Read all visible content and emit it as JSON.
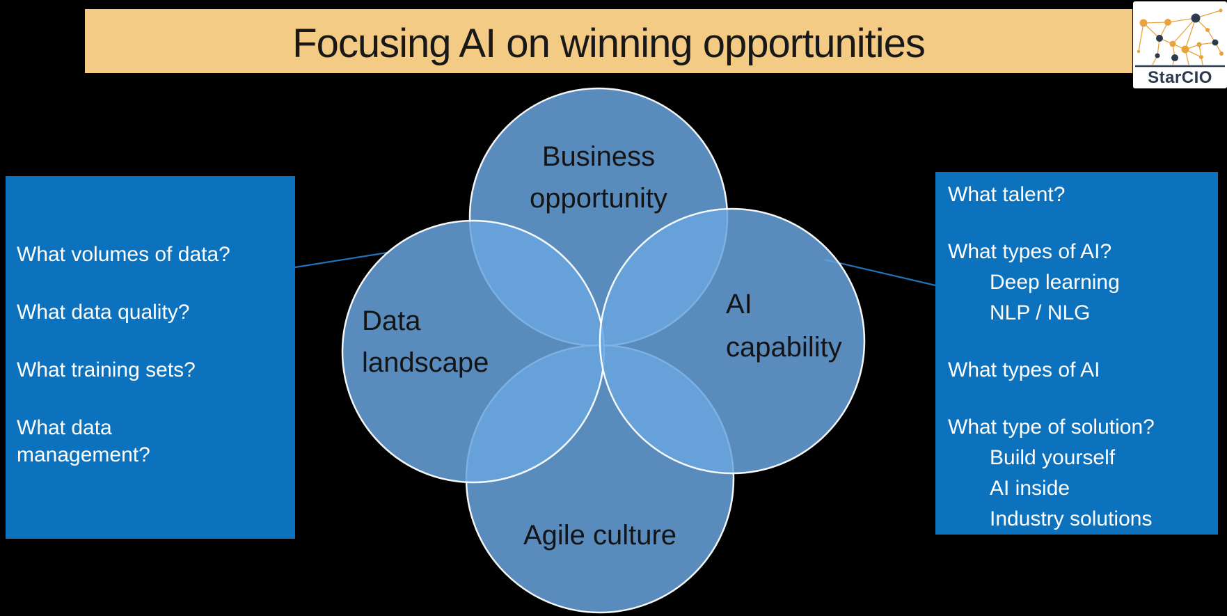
{
  "title": {
    "text": "Focusing AI on winning opportunities"
  },
  "logo": {
    "brand": "StarCIO"
  },
  "venn": {
    "circles": [
      {
        "id": "business-opportunity",
        "lines": [
          "Business",
          "opportunity"
        ]
      },
      {
        "id": "data-landscape",
        "lines": [
          "Data",
          "landscape"
        ]
      },
      {
        "id": "ai-capability",
        "lines": [
          "AI",
          "capability"
        ]
      },
      {
        "id": "agile-culture",
        "lines": [
          "Agile culture"
        ]
      }
    ]
  },
  "left_panel": {
    "items": [
      "What volumes of data?",
      "What data quality?",
      "What training sets?",
      "What data management?"
    ]
  },
  "right_panel": {
    "groups": [
      {
        "heading": "What talent?",
        "subitems": []
      },
      {
        "heading": "What types of AI?",
        "subitems": [
          "Deep learning",
          "NLP / NLG"
        ]
      },
      {
        "heading": "What types of AI",
        "subitems": []
      },
      {
        "heading": "What type of solution?",
        "subitems": [
          "Build yourself",
          "AI inside",
          "Industry solutions"
        ]
      }
    ]
  },
  "colors": {
    "background": "#000000",
    "banner": "#F3CB84",
    "panel_blue": "#0C72BE",
    "circle_fill": "#68A4DE",
    "circle_border": "#FFFFFF",
    "connector_blue": "#2273B9",
    "logo_orange": "#E8A33D",
    "logo_navy": "#2C3A4D",
    "text_dark": "#141414"
  }
}
